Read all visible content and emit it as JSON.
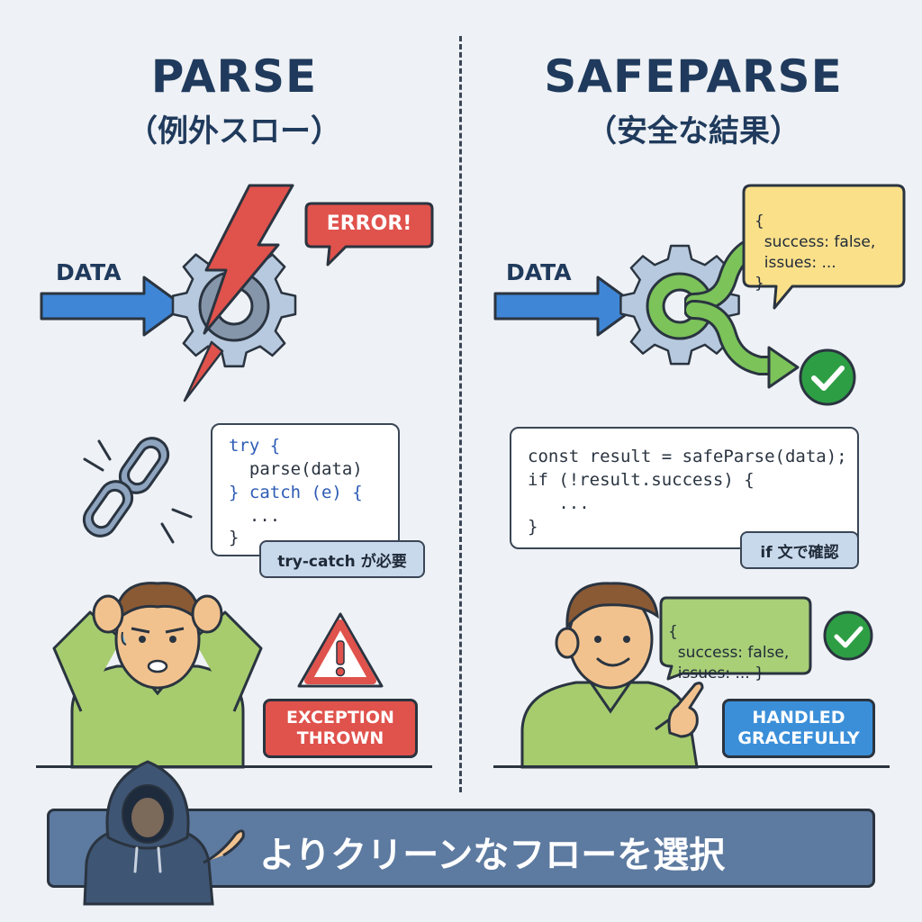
{
  "left": {
    "title": "PARSE",
    "subtitle": "（例外スロー）",
    "data_label": "DATA",
    "error_label": "ERROR!",
    "code_lines": [
      "try {",
      "  parse(data)",
      "} catch (e) {",
      "  ...",
      "}"
    ],
    "tag": "try-catch が必要",
    "badge_line1": "EXCEPTION",
    "badge_line2": "THROWN"
  },
  "right": {
    "title": "SAFEPARSE",
    "subtitle": "（安全な結果）",
    "data_label": "DATA",
    "bubble_top_lines": [
      "{",
      "  success: false,",
      "  issues: ...",
      "}"
    ],
    "code_lines": [
      "const result = safeParse(data);",
      "if (!result.success) {",
      "   ...",
      "}"
    ],
    "tag": "if 文で確認",
    "bubble_person_lines": [
      "{",
      "  success: false,",
      "  issues: ... }"
    ],
    "badge_line1": "HANDLED",
    "badge_line2": "GRACEFULLY"
  },
  "banner": {
    "text": "よりクリーンなフローを選択"
  },
  "colors": {
    "arrow_blue": "#3f86d6",
    "error_red": "#e0524c",
    "flow_green": "#7cc35a",
    "check_green": "#2e9e45",
    "badge_blue": "#3b8fd9",
    "bubble_yellow": "#fbe08a",
    "bubble_green": "#a9cf77",
    "shirt_green": "#a6cc6e",
    "banner_blue": "#5d7aa0"
  },
  "icons": [
    "gear-icon",
    "lightning-icon",
    "broken-chain-icon",
    "warning-icon",
    "check-icon",
    "hooded-figure-icon"
  ]
}
